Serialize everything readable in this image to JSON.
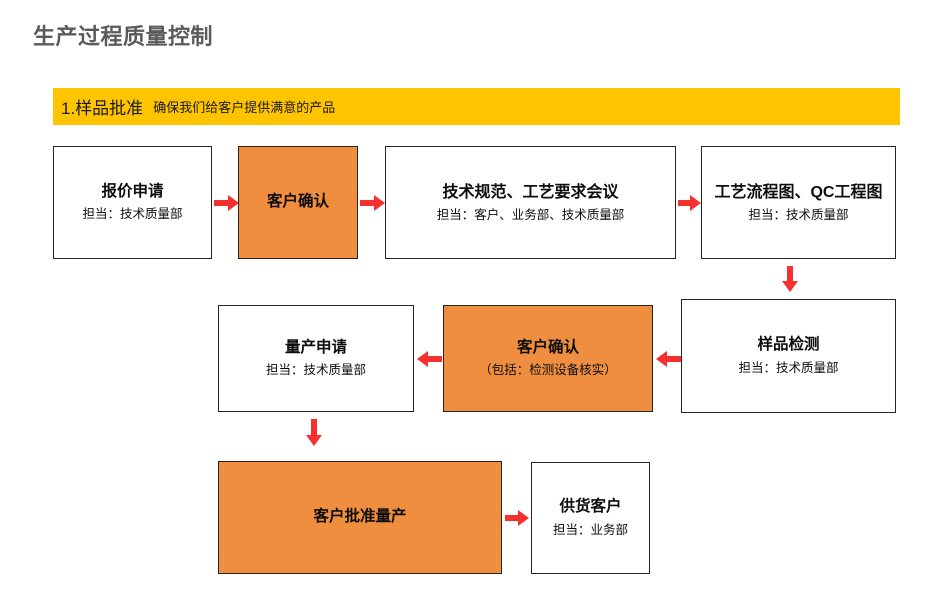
{
  "page": {
    "title": "生产过程质量控制",
    "background_color": "#ffffff",
    "title_color": "#5a5a5a"
  },
  "section": {
    "number_label": "1.样品批准",
    "subtitle": "确保我们给客户提供满意的产品",
    "banner_color": "#ffc400"
  },
  "colors": {
    "orange_fill": "#ee8e3e",
    "arrow_red": "#f62f2f",
    "box_border": "#252525",
    "text": "#0d0d0d"
  },
  "flow": {
    "nodes": [
      {
        "id": "node-quote-request",
        "title": "报价申请",
        "sub": "担当：技术质量部",
        "fill": "white"
      },
      {
        "id": "node-customer-confirm-1",
        "title": "客户确认",
        "sub": "",
        "fill": "orange"
      },
      {
        "id": "node-spec-meeting",
        "title": "技术规范、工艺要求会议",
        "sub": "担当：客户、业务部、技术质量部",
        "fill": "white"
      },
      {
        "id": "node-process-qc-chart",
        "title": "工艺流程图、QC工程图",
        "sub": "担当：技术质量部",
        "fill": "white"
      },
      {
        "id": "node-sample-inspection",
        "title": "样品检测",
        "sub": "担当：技术质量部",
        "fill": "white"
      },
      {
        "id": "node-customer-confirm-2",
        "title": "客户确认",
        "sub": "（包括：检测设备核实）",
        "fill": "orange"
      },
      {
        "id": "node-mass-production-request",
        "title": "量产申请",
        "sub": "担当：技术质量部",
        "fill": "white"
      },
      {
        "id": "node-customer-approve-mp",
        "title": "客户批准量产",
        "sub": "",
        "fill": "orange"
      },
      {
        "id": "node-supply-customer",
        "title": "供货客户",
        "sub": "担当：业务部",
        "fill": "white"
      }
    ],
    "arrows": [
      {
        "id": "arrow-quote-to-confirm1",
        "direction": "right"
      },
      {
        "id": "arrow-confirm1-to-meeting",
        "direction": "right"
      },
      {
        "id": "arrow-meeting-to-chart",
        "direction": "right"
      },
      {
        "id": "arrow-chart-to-sample",
        "direction": "down"
      },
      {
        "id": "arrow-sample-to-confirm2",
        "direction": "left"
      },
      {
        "id": "arrow-confirm2-to-mprequest",
        "direction": "left"
      },
      {
        "id": "arrow-mprequest-to-approve",
        "direction": "down"
      },
      {
        "id": "arrow-approve-to-supply",
        "direction": "right"
      }
    ]
  }
}
